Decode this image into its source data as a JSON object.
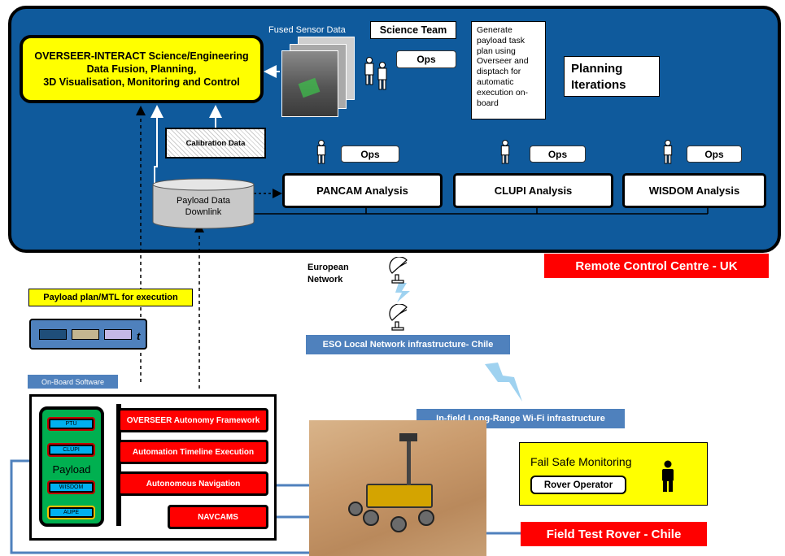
{
  "remote_centre": {
    "main_box": [
      "OVERSEER-INTERACT Science/Engineering",
      "Data Fusion, Planning,",
      "3D Visualisation, Monitoring and Control"
    ],
    "fused_sensor_label": "Fused Sensor Data",
    "science_team_label": "Science Team",
    "ops_label": "Ops",
    "generate_note": "Generate payload task plan using Overseer and disptach for automatic execution on-board",
    "planning_label": "Planning Iterations",
    "calibration_label": "Calibration Data",
    "downlink_label": "Payload Data Downlink",
    "analyses": [
      "PANCAM Analysis",
      "CLUPI Analysis",
      "WISDOM Analysis"
    ],
    "title": "Remote Control Centre - UK"
  },
  "network": {
    "european_label": "European Network",
    "eso_label": "ESO Local Network infrastructure- Chile",
    "wifi_label": "In-field Long-Range Wi-Fi infrastructure"
  },
  "plan": {
    "label": "Payload plan/MTL for execution",
    "t_label": "t"
  },
  "onboard": {
    "label": "On-Board Software",
    "payload_label": "Payload",
    "payload_items": [
      "PTU",
      "CLUPI",
      "WISDOM",
      "AUPE"
    ],
    "modules": [
      "OVERSEER Autonomy Framework",
      "Automation Timeline Execution",
      "Autonomous Navigation",
      "NAVCAMS"
    ]
  },
  "field": {
    "failsafe_label": "Fail Safe Monitoring",
    "operator_label": "Rover Operator",
    "rover_title": "Field Test Rover - Chile"
  },
  "colors": {
    "control_centre": "#0f5a9c",
    "highlight": "#ffff00",
    "alert": "#ff0000",
    "network": "#4f81bd"
  }
}
